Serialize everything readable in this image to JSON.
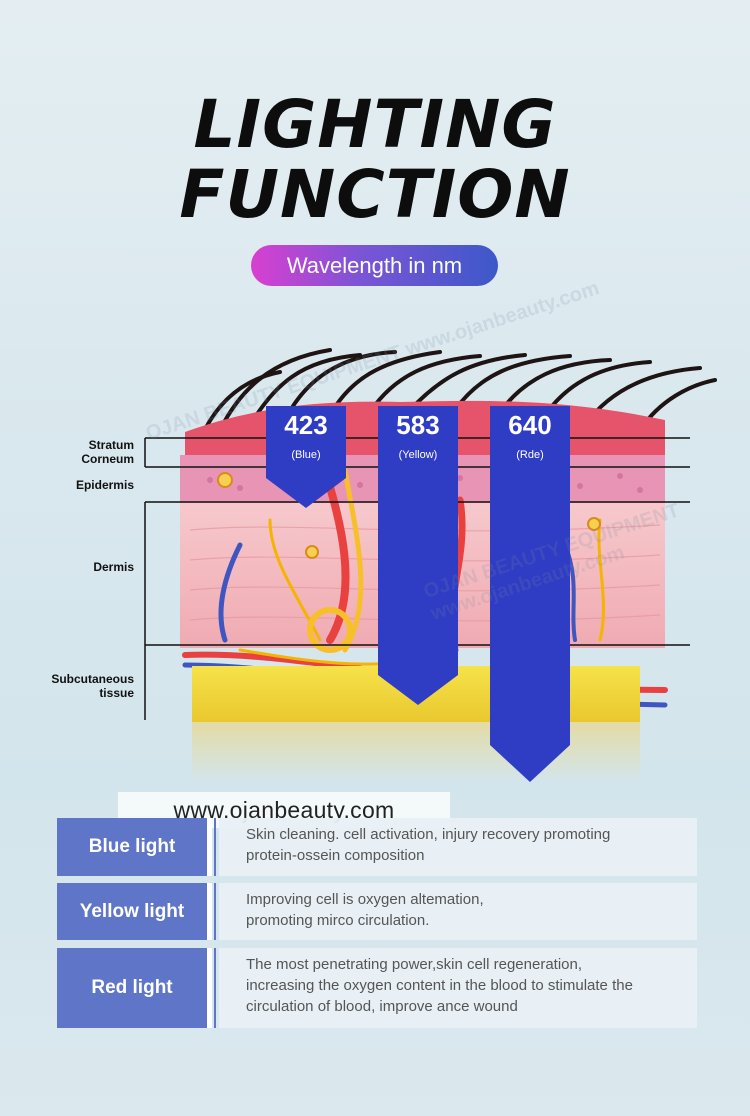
{
  "title": {
    "line1": "LIGHTING",
    "line2": "FUNCTION"
  },
  "subtitle": "Wavelength in nm",
  "layers": [
    {
      "label_line1": "Stratum",
      "label_line2": "Corneum"
    },
    {
      "label_line1": "Epidermis",
      "label_line2": ""
    },
    {
      "label_line1": "Dermis",
      "label_line2": ""
    },
    {
      "label_line1": "Subcutaneous",
      "label_line2": "tissue"
    }
  ],
  "wavelengths": [
    {
      "value": "423",
      "color_name": "(Blue)",
      "penetration": "epidermis"
    },
    {
      "value": "583",
      "color_name": "(Yellow)",
      "penetration": "subcutaneous tissue"
    },
    {
      "value": "640",
      "color_name": "(Rde)",
      "penetration": "below subcutaneous tissue"
    }
  ],
  "watermark": "OJAN BEAUTY EQUIPMENT www.ojanbeauty.com",
  "website": "www.ojanbeauty.com",
  "lights": [
    {
      "name": "Blue light",
      "lines": [
        "Skin cleaning. cell activation, injury recovery promoting",
        "protein-ossein composition"
      ]
    },
    {
      "name": "Yellow light",
      "lines": [
        "Improving cell is oxygen altemation,",
        "promoting mirco circulation."
      ]
    },
    {
      "name": "Red light",
      "lines": [
        "The most penetrating power,skin cell regeneration,",
        "increasing the oxygen content in the blood to stimulate the",
        "circulation of blood, improve ance wound"
      ]
    }
  ],
  "colors": {
    "arrow": "#2f3cc4",
    "table_head": "#5f75c7",
    "pill_start": "#d93fd0",
    "pill_end": "#3d58c9"
  }
}
